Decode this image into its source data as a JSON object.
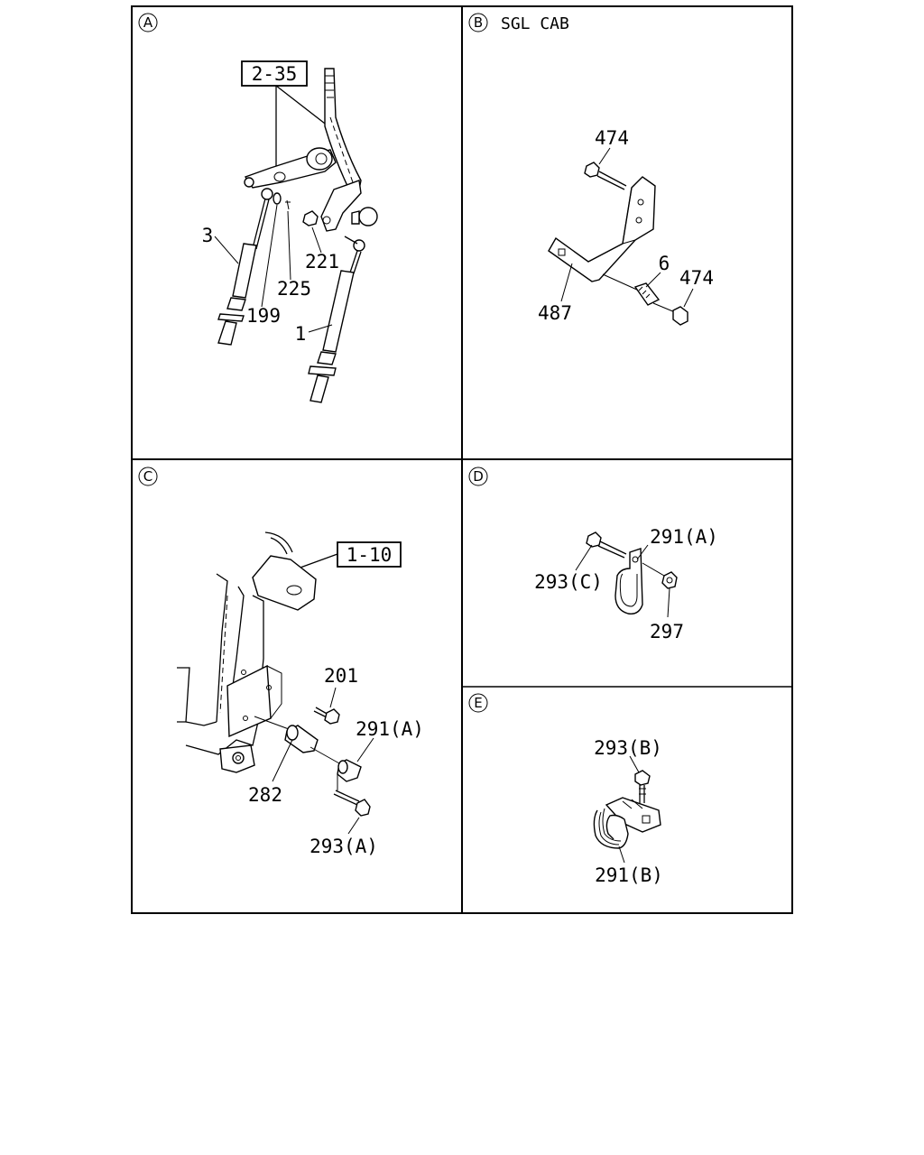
{
  "panels": {
    "a": {
      "letter": "A",
      "ref_box": "2-35",
      "labels": {
        "p3": "3",
        "p199": "199",
        "p225": "225",
        "p221": "221",
        "p1": "1"
      }
    },
    "b": {
      "letter": "B",
      "title": "SGL CAB",
      "labels": {
        "p474_top": "474",
        "p6": "6",
        "p474_right": "474",
        "p487": "487"
      }
    },
    "c": {
      "letter": "C",
      "ref_box": "1-10",
      "labels": {
        "p201": "201",
        "p291a": "291(A)",
        "p282": "282",
        "p293a": "293(A)"
      }
    },
    "d": {
      "letter": "D",
      "labels": {
        "p291a": "291(A)",
        "p293c": "293(C)",
        "p297": "297"
      }
    },
    "e": {
      "letter": "E",
      "labels": {
        "p293b": "293(B)",
        "p291b": "291(B)"
      }
    }
  }
}
